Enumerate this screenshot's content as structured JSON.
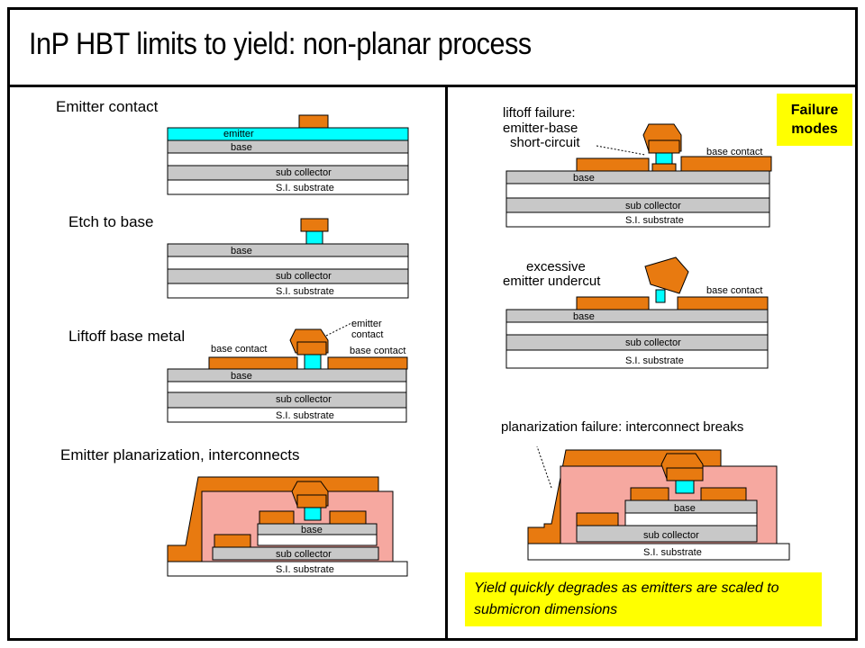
{
  "title": "InP HBT limits to yield: non-planar process",
  "steps": {
    "emitter_contact": "Emitter contact",
    "etch_to_base": "Etch to base",
    "liftoff_base_metal": "Liftoff base metal",
    "planarization": "Emitter planarization, interconnects"
  },
  "layers": {
    "emitter": "emitter",
    "base": "base",
    "sub_collector": "sub collector",
    "substrate": "S.I. substrate",
    "base_contact": "base contact",
    "emitter_contact_line1": "emitter",
    "emitter_contact_line2": "contact"
  },
  "failures": {
    "badge_line1": "Failure",
    "badge_line2": "modes",
    "liftoff_line1": "liftoff failure:",
    "liftoff_line2": "emitter-base",
    "liftoff_line3": "short-circuit",
    "undercut_line1": "excessive",
    "undercut_line2": "emitter undercut",
    "planarization": "planarization failure: interconnect breaks"
  },
  "note": "Yield quickly degrades as emitters are scaled to submicron dimensions",
  "colors": {
    "metal": "#e87a10",
    "emitter": "#00ffff",
    "layer_gray": "#c8c8c8",
    "planarization": "#f6a8a0",
    "highlight": "#ffff00"
  }
}
